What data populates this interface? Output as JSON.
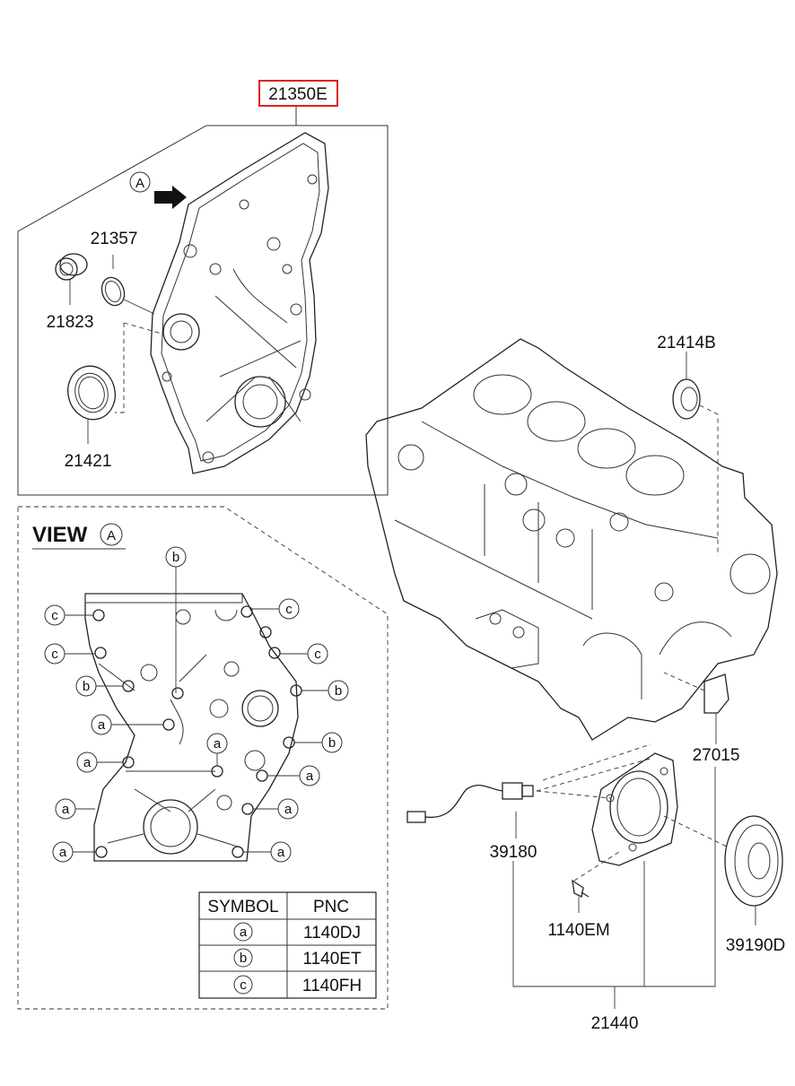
{
  "callouts": {
    "cover_assembly": "21350E",
    "seal_small": "21357",
    "plug": "21823",
    "oil_seal": "21421",
    "target_wheel_upper": "21414B",
    "bearing_cap": "27015",
    "sensor": "39180",
    "bolt": "1140EM",
    "target_wheel": "39190D",
    "rear_seal_assembly": "21440"
  },
  "view": {
    "title": "VIEW",
    "marker": "A",
    "symbol_a": "a",
    "symbol_b": "b",
    "symbol_c": "c"
  },
  "legend_table": {
    "headers": [
      "SYMBOL",
      "PNC"
    ],
    "rows": [
      {
        "symbol": "a",
        "pnc": "1140DJ"
      },
      {
        "symbol": "b",
        "pnc": "1140ET"
      },
      {
        "symbol": "c",
        "pnc": "1140FH"
      }
    ]
  },
  "colors": {
    "highlight_box": "#e02020",
    "line": "#222222"
  }
}
